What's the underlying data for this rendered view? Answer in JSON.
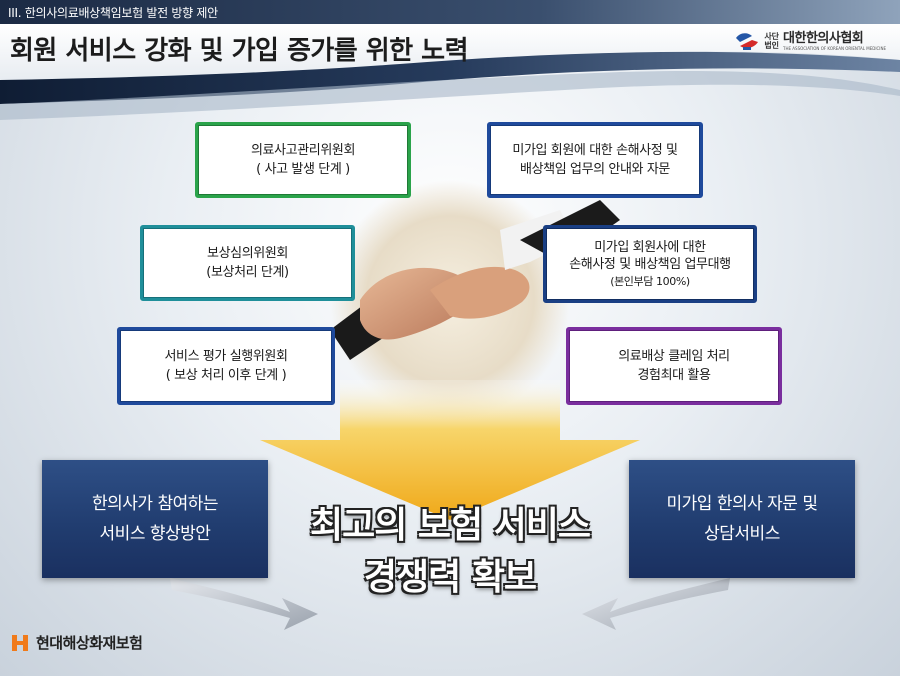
{
  "header": {
    "section_label": "III. 한의사의료배상책임보험 발전 방향 제안",
    "title": "회원 서비스 강화 및 가입 증가를 위한 노력",
    "org": {
      "prefix_line1": "사단",
      "prefix_line2": "법인",
      "name": "대한한의사협회",
      "subtitle": "THE ASSOCIATION OF KOREAN ORIENTAL MEDICINE"
    }
  },
  "left_boxes": [
    {
      "line1": "의료사고관리위원회",
      "line2": "( 사고 발생 단계 )"
    },
    {
      "line1": "보상심의위원회",
      "line2": "(보상처리 단계)"
    },
    {
      "line1": "서비스 평가 실행위원회",
      "line2": "( 보상 처리 이후 단계 )"
    }
  ],
  "right_boxes": [
    {
      "line1": "미가입 회원에 대한 손해사정 및",
      "line2": "배상책임 업무의 안내와 자문"
    },
    {
      "line1": "미가입 회원사에 대한",
      "line2": "손해사정 및 배상책임 업무대행",
      "line3": "(본인부담 100%)"
    },
    {
      "line1": "의료배상 클레임 처리",
      "line2": "경험최대 활용"
    }
  ],
  "panels": {
    "left": {
      "line1": "한의사가 참여하는",
      "line2": "서비스 향상방안"
    },
    "right": {
      "line1": "미가입 한의사 자문 및",
      "line2": "상담서비스"
    }
  },
  "main": {
    "line1": "최고의 보험 서비스",
    "line2": "경쟁력 확보"
  },
  "footer": {
    "company": "현대해상화재보험"
  },
  "colors": {
    "green": "#2aa34a",
    "teal": "#1f8f9a",
    "blue": "#1f4a9c",
    "purple": "#7a2e9e",
    "navy_panel": "#213d70",
    "arrow_gold": "#f2b21c",
    "footer_orange": "#f07a1a"
  }
}
